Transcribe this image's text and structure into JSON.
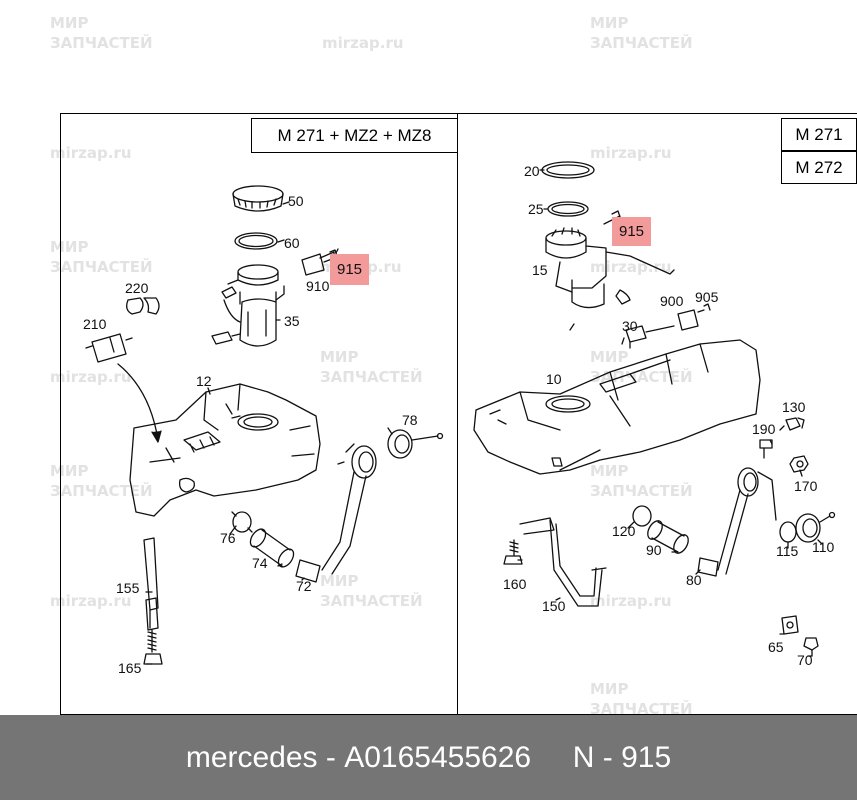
{
  "watermarks": {
    "line1": "МИР",
    "line2": "ЗАПЧАСТЕЙ",
    "domain": "mirzap.ru"
  },
  "left_panel": {
    "engine_tag": "M 271 + MZ2 + MZ8",
    "highlight": "915",
    "labels": {
      "p50": "50",
      "p60": "60",
      "p910": "910",
      "p35": "35",
      "p220": "220",
      "p210": "210",
      "p12": "12",
      "p78": "78",
      "p76": "76",
      "p74": "74",
      "p72": "72",
      "p155": "155",
      "p165": "165"
    }
  },
  "right_panel": {
    "engine_tag_1": "M 271",
    "engine_tag_2": "M 272",
    "highlight": "915",
    "labels": {
      "p20": "20",
      "p25": "25",
      "p15": "15",
      "p900": "900",
      "p905": "905",
      "p30": "30",
      "p10": "10",
      "p130": "130",
      "p190": "190",
      "p170": "170",
      "p120": "120",
      "p90": "90",
      "p115": "115",
      "p110": "110",
      "p160": "160",
      "p80": "80",
      "p150": "150",
      "p65": "65",
      "p70": "70"
    }
  },
  "footer": {
    "brand": "mercedes",
    "separator": " - ",
    "part_number": "A0165455626",
    "gap": "     ",
    "position_label": "N - 915"
  }
}
